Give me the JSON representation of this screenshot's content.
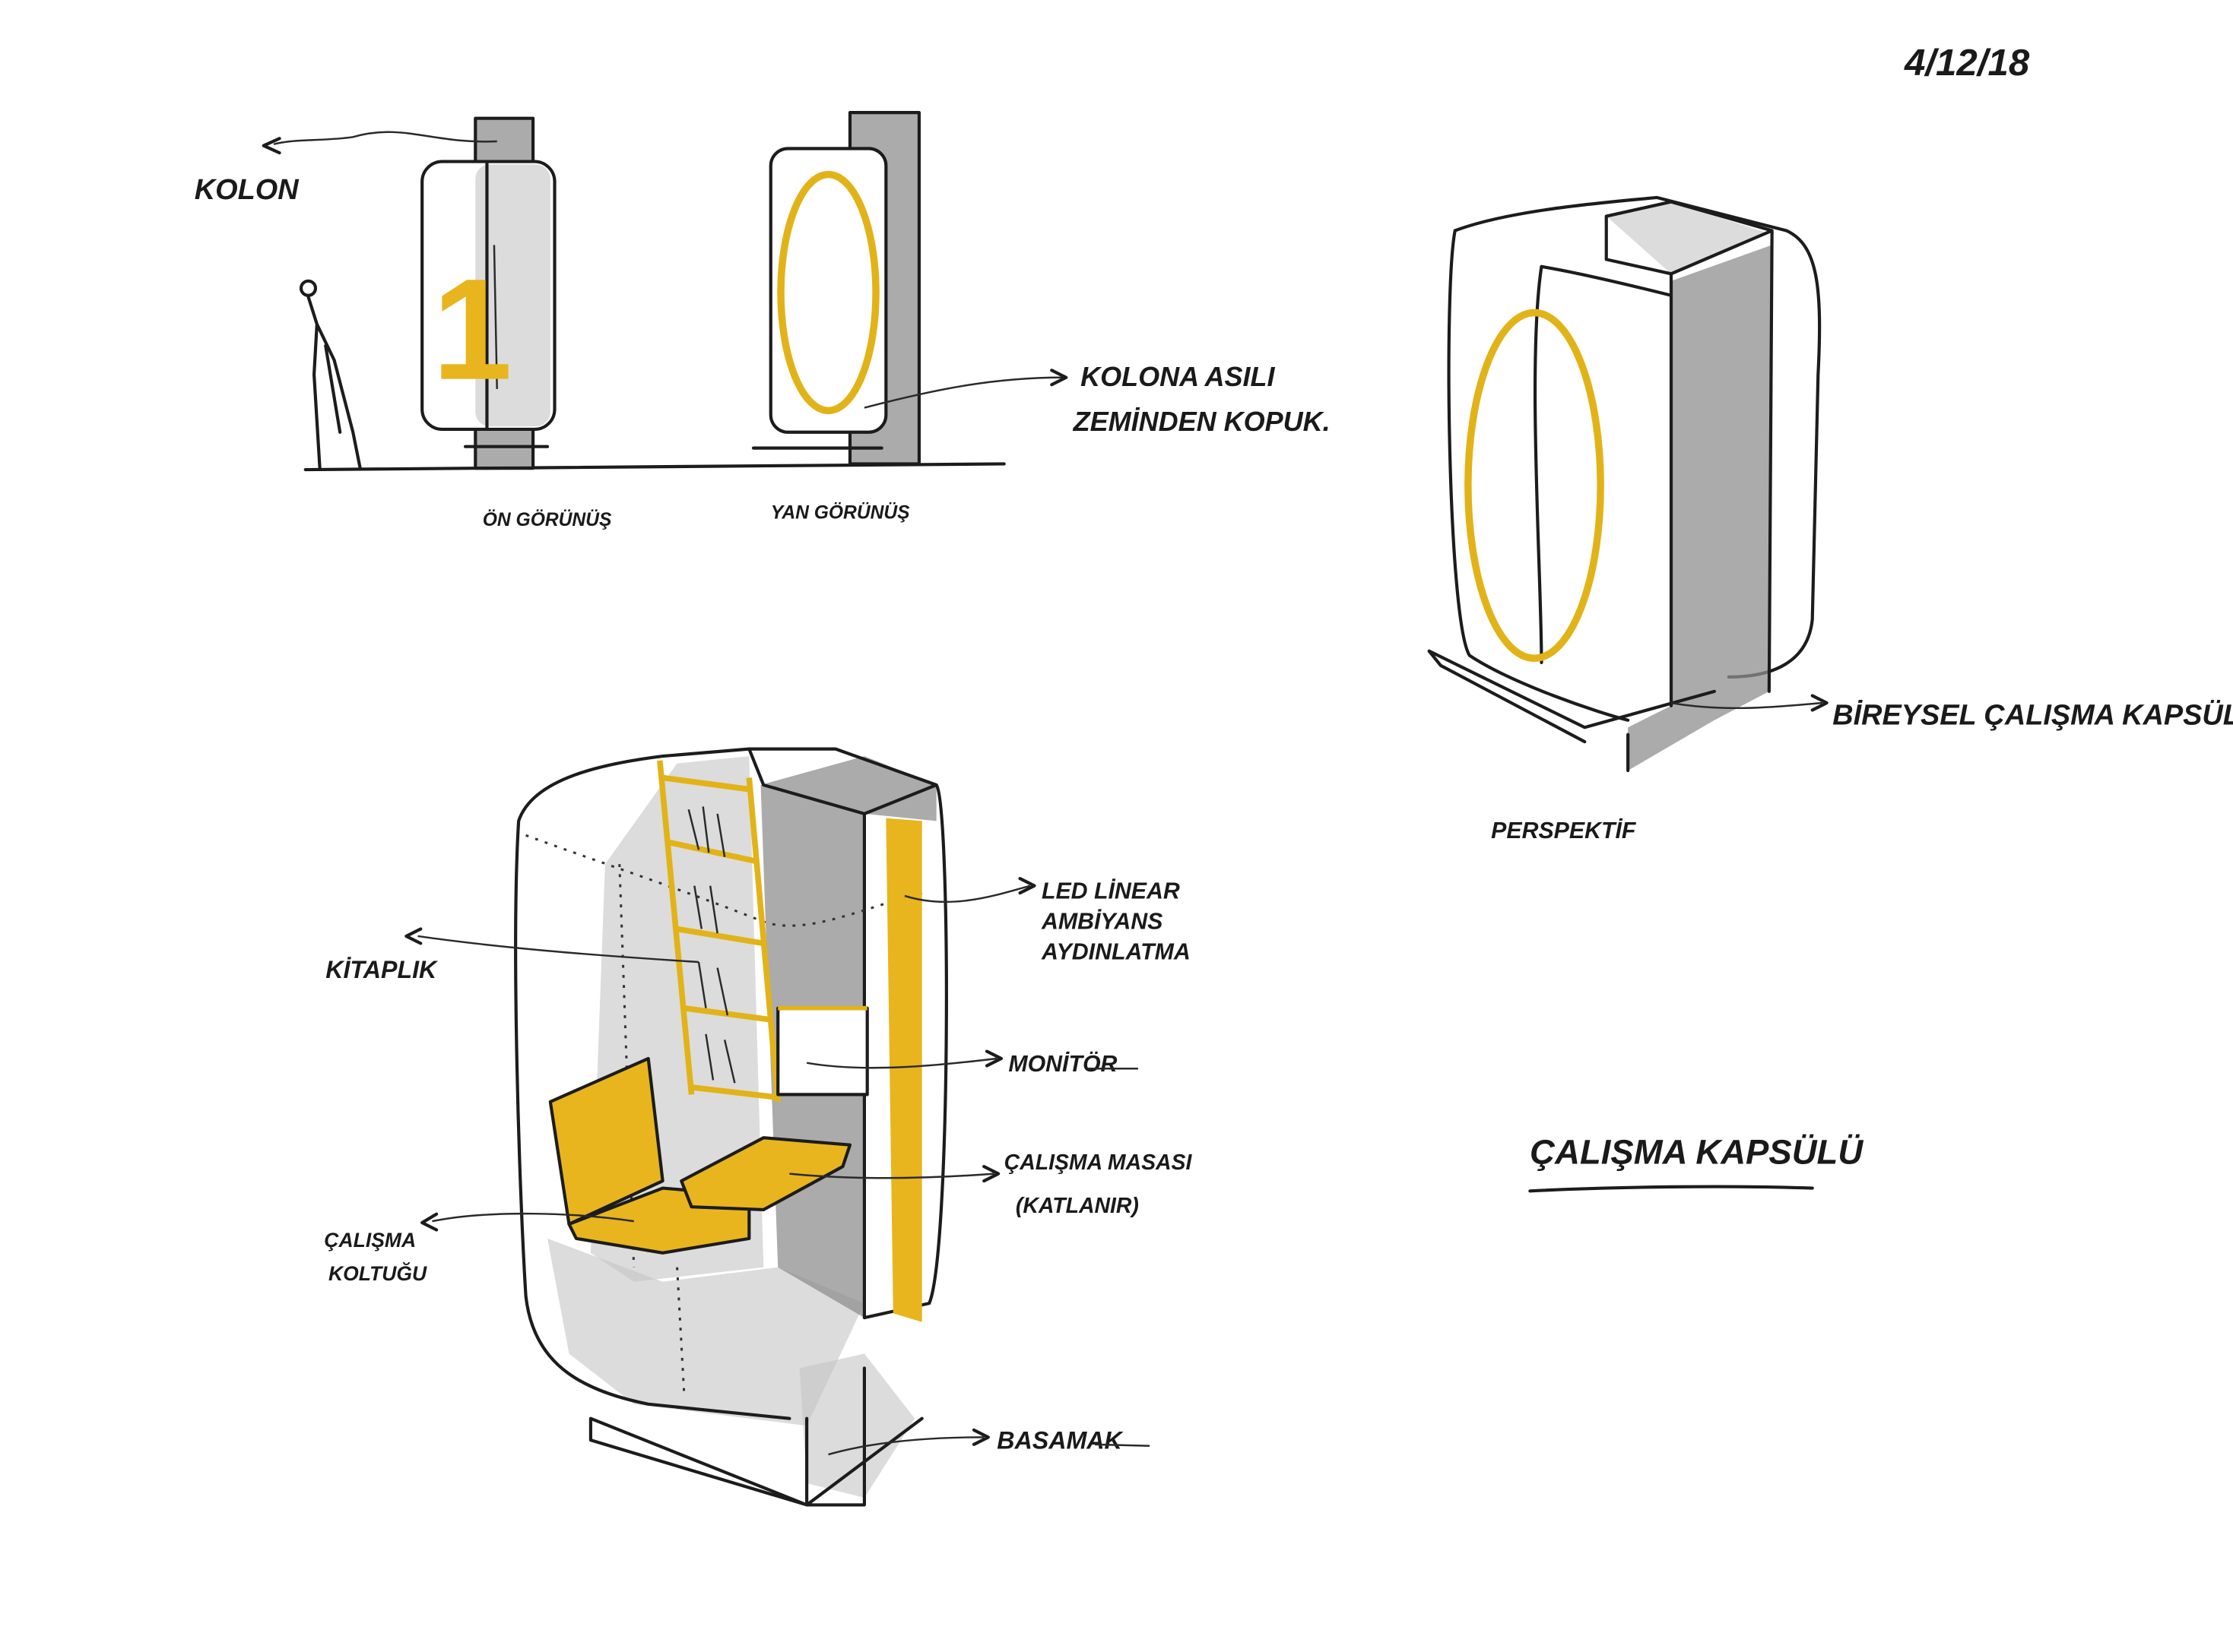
{
  "date": "4/12/18",
  "colors": {
    "ink": "#1c1c1c",
    "marker_yellow": "#e8b51e",
    "marker_gray": "#8f8f8f",
    "paper": "#ffffff"
  },
  "elevations": {
    "column_label": "KOLON",
    "front_view_label": "ÖN GÖRÜNÜŞ",
    "side_view_label": "YAN GÖRÜNÜŞ",
    "front_number": "1",
    "note_line1": "KOLONA ASILI",
    "note_line2": "ZEMİNDEN KOPUK."
  },
  "perspective": {
    "label": "PERSPEKTİF",
    "callout": "BİREYSEL ÇALIŞMA KAPSÜLÜ"
  },
  "interior": {
    "bookshelf": "KİTAPLIK",
    "led_line1": "LED LİNEAR",
    "led_line2": "AMBİYANS",
    "led_line3": "AYDINLATMA",
    "monitor": "MONİTÖR",
    "desk_line1": "ÇALIŞMA MASASI",
    "desk_line2": "(KATLANIR)",
    "chair_line1": "ÇALIŞMA",
    "chair_line2": "KOLTUĞU",
    "step": "BASAMAK"
  },
  "title": "ÇALIŞMA KAPSÜLÜ"
}
